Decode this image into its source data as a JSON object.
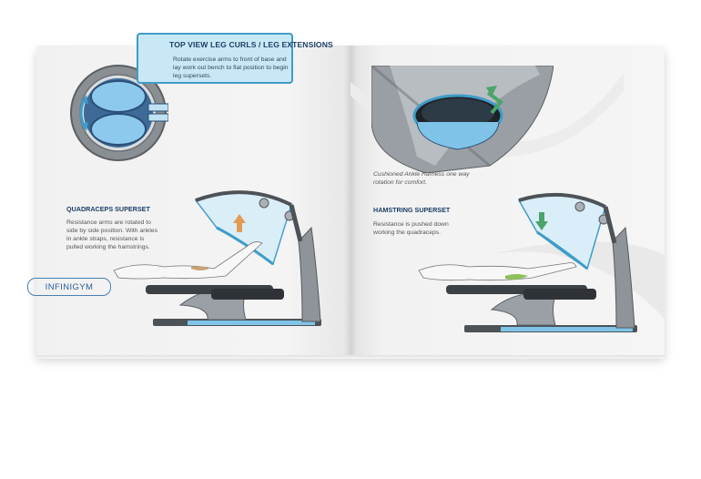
{
  "left_page": {
    "callout_title": "TOP VIEW LEG CURLS / LEG EXTENSIONS",
    "callout_body": "Rotate exercise arms to front of base and lay work out bench to flat position to begin leg supersets.",
    "section_title": "QUADRACEPS SUPERSET",
    "section_body": "Resistance arms are rotated to side by side position. With ankles in ankle straps, resistance is pulled working the hamstrings.",
    "logo": "INFINIGYM"
  },
  "right_page": {
    "caption": "Cushioned Ankle Harness one way rotation for comfort.",
    "section_title": "HAMSTRING SUPERSET",
    "section_body": "Resistance is pushed down working the quadraceps."
  },
  "colors": {
    "accent_blue": "#3f9cc8",
    "heading_navy": "#1b3f66",
    "machine_gray": "#7d8288",
    "muscle_tan": "#c9a271",
    "muscle_green": "#8fc05a"
  }
}
